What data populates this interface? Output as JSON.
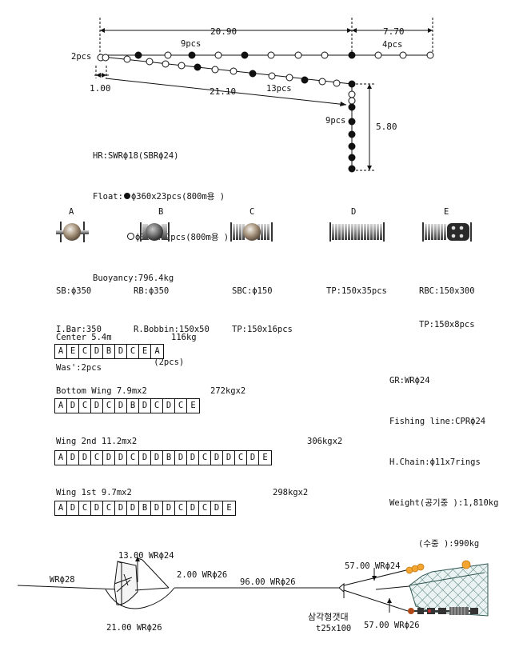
{
  "headrope": {
    "dim_top_main": "20.90",
    "dim_top_ext": "7.70",
    "dim_diag": "21.10",
    "dim_left": "1.00",
    "dim_vertical": "5.80",
    "label_2pcs": "2pcs",
    "label_9pcs_top": "9pcs",
    "label_4pcs": "4pcs",
    "label_13pcs": "13pcs",
    "label_9pcs_vert": "9pcs"
  },
  "specs": {
    "hr": "HR:SWRϕ18(SBRϕ24)",
    "float_label": "Float:",
    "float1": "ϕ360x23pcs(800m용 )",
    "float2": "ϕ300x42pcs(800m용 )",
    "buoyancy": "Buoyancy:796.4kg"
  },
  "components": [
    {
      "letter": "A",
      "lines": [
        "SB:ϕ350",
        "I.Bar:350",
        "Was':2pcs"
      ]
    },
    {
      "letter": "B",
      "lines": [
        "RB:ϕ350",
        "R.Bobbin:150x50",
        "    (2pcs)"
      ]
    },
    {
      "letter": "C",
      "lines": [
        "SBC:ϕ150",
        "TP:150x16pcs"
      ]
    },
    {
      "letter": "D",
      "lines": [
        "TP:150x35pcs"
      ]
    },
    {
      "letter": "E",
      "lines": [
        "RBC:150x300",
        "TP:150x8pcs"
      ]
    }
  ],
  "groundrope_groups": [
    {
      "title": "Center 5.4m",
      "weight": "116kg",
      "sequence": [
        "A",
        "E",
        "C",
        "D",
        "B",
        "D",
        "C",
        "E",
        "A"
      ]
    },
    {
      "title": "Bottom Wing 7.9mx2",
      "weight": "272kgx2",
      "sequence": [
        "A",
        "D",
        "C",
        "D",
        "C",
        "D",
        "B",
        "D",
        "C",
        "D",
        "C",
        "E"
      ]
    },
    {
      "title": "Wing 2nd 11.2mx2",
      "weight": "306kgx2",
      "sequence": [
        "A",
        "D",
        "D",
        "C",
        "D",
        "D",
        "C",
        "D",
        "D",
        "B",
        "D",
        "D",
        "C",
        "D",
        "D",
        "C",
        "D",
        "E"
      ]
    },
    {
      "title": "Wing 1st 9.7mx2",
      "weight": "298kgx2",
      "sequence": [
        "A",
        "D",
        "C",
        "D",
        "C",
        "D",
        "D",
        "B",
        "D",
        "D",
        "C",
        "D",
        "C",
        "D",
        "E"
      ]
    }
  ],
  "right_specs": {
    "gr": "GR:WRϕ24",
    "fishing_line": "Fishing line:CPRϕ24",
    "h_chain": "H.Chain:ϕ11x7rings",
    "weight_air": "Weight(공기중 ):1,810kg",
    "weight_water": "(수중 ):990kg"
  },
  "rigging": {
    "warp": "WRϕ28",
    "bridle_top": "13.00 WRϕ24",
    "bridle_mid": "2.00 WRϕ26",
    "bridle_bottom": "21.00 WRϕ26",
    "main_line": "96.00 WRϕ26",
    "upper_line": "57.00 WRϕ24",
    "lower_line": "57.00 WRϕ26",
    "triangle_label": "삼각형갯대",
    "triangle_size": "t25x100"
  }
}
